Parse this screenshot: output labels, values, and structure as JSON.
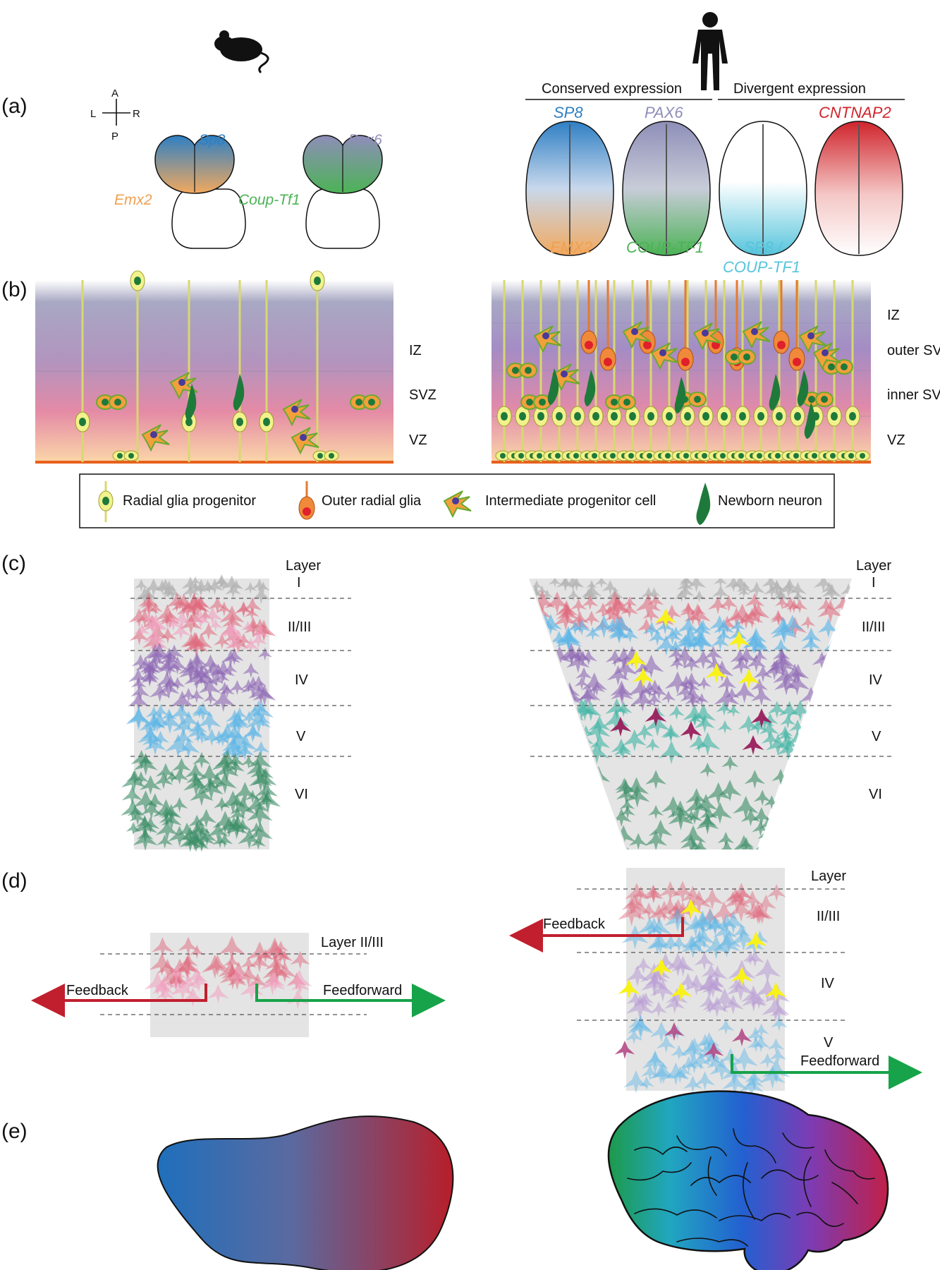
{
  "panels": {
    "a": "(a)",
    "b": "(b)",
    "c": "(c)",
    "d": "(d)",
    "e": "(e)"
  },
  "axes": {
    "a": "A",
    "l": "L",
    "r": "R",
    "p": "P"
  },
  "panel_a": {
    "mouse": {
      "sp8": "Sp8",
      "emx2": "Emx2",
      "pax6": "Pax6",
      "couptf1": "Coup-Tf1"
    },
    "human": {
      "conserved_header": "Conserved expression",
      "divergent_header": "Divergent expression",
      "sp8": "SP8",
      "emx2": "EMX2",
      "pax6": "PAX6",
      "couptf1": "COUP-TF1",
      "sp8_couptf1_line1": "SP8 /",
      "sp8_couptf1_line2": "COUP-TF1",
      "cntnap2": "CNTNAP2"
    }
  },
  "panel_b": {
    "mouse_zones": [
      "IZ",
      "SVZ",
      "VZ"
    ],
    "human_zones": [
      "IZ",
      "outer SVZ",
      "inner SVZ",
      "VZ"
    ],
    "legend": [
      "Radial glia progenitor",
      "Outer radial glia",
      "Intermediate progenitor cell",
      "Newborn neuron"
    ]
  },
  "panel_c": {
    "layer_title": "Layer",
    "layers": [
      "I",
      "II/III",
      "IV",
      "V",
      "VI"
    ]
  },
  "panel_d": {
    "mouse_layer_label": "Layer II/III",
    "feedback": "Feedback",
    "feedforward": "Feedforward",
    "human_layer_title": "Layer",
    "human_layers": [
      "II/III",
      "IV",
      "V"
    ]
  },
  "colors": {
    "sp8_blue": "#2e7fc4",
    "emx2_orange": "#f0a050",
    "pax6_lavender": "#8e8eb8",
    "couptf1_green": "#4cb356",
    "cyan": "#56c4dc",
    "cntnap2_red": "#d0242c",
    "feedback_red": "#c11f2e",
    "feedforward_green": "#16a349",
    "layer1_grey": "#b4b4b4",
    "layer23_red": "#e0687c",
    "layer4_purple": "#8e68b4",
    "layer5_blue": "#5eb6e6",
    "layer6_green": "#3a8e66",
    "human_teal": "#3eb4a4"
  }
}
